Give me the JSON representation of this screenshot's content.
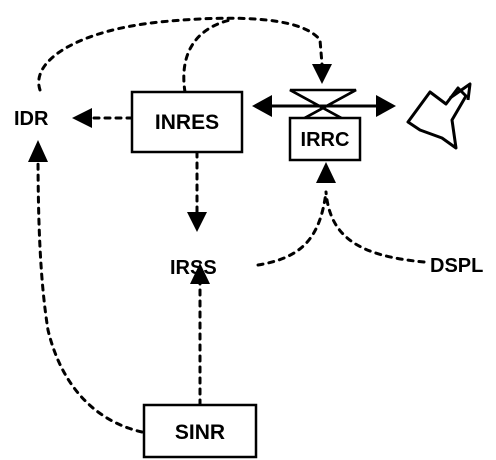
{
  "diagram": {
    "nodes": {
      "inres": "INRES",
      "irrc": "IRRC",
      "idr": "IDR",
      "irss": "IRSS",
      "dspl": "DSPL",
      "sinr": "SINR"
    },
    "icons": {
      "valve": "bowtie-valve-icon",
      "aircraft": "aircraft-sketch-icon"
    }
  }
}
